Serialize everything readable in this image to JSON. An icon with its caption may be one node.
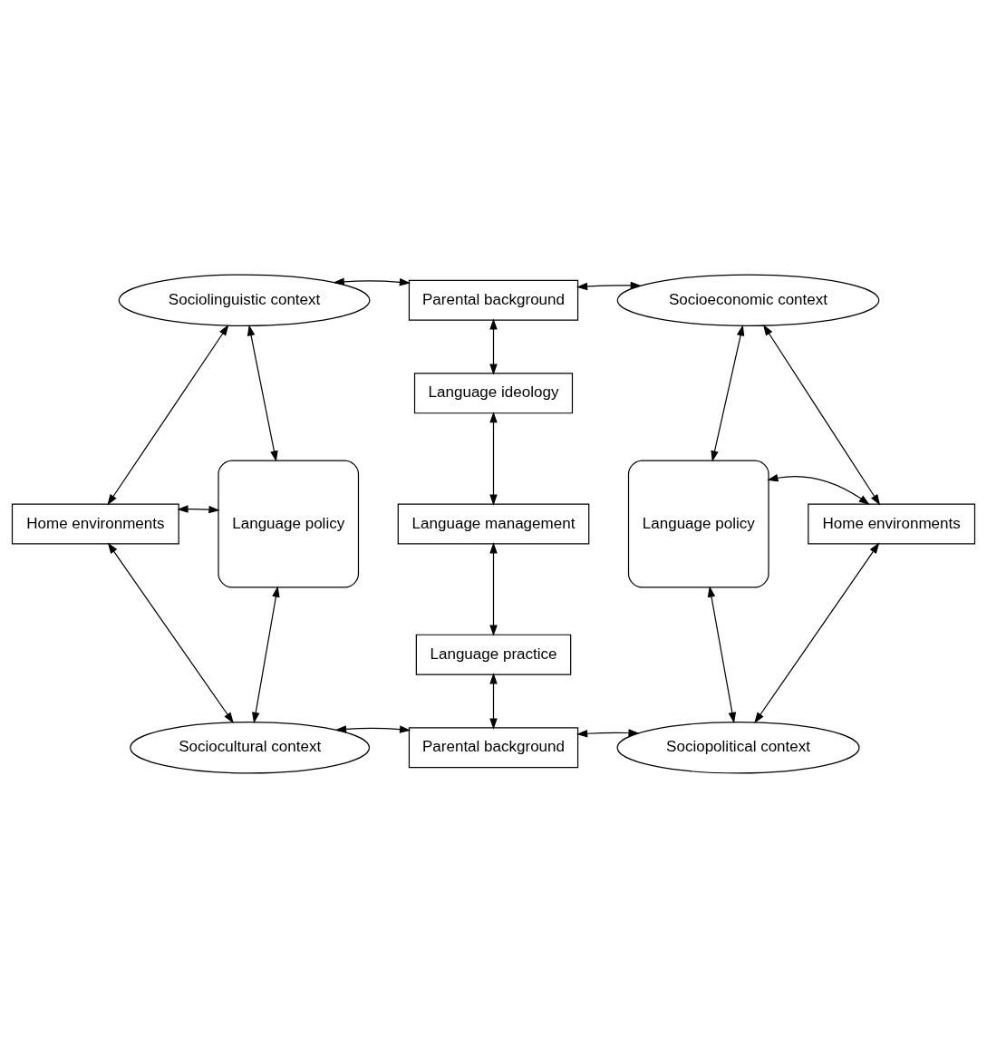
{
  "diagram": {
    "nodes": [
      {
        "text": [
          "Sociolinguistic context"
        ]
      },
      {
        "text": [
          "Parental background"
        ]
      },
      {
        "text": [
          "Socioeconomic context"
        ]
      },
      {
        "text": [
          "Language ideology"
        ]
      },
      {
        "text": [
          "Language policy"
        ]
      },
      {
        "text": [
          "Home environments"
        ]
      },
      {
        "text": [
          "Language management"
        ]
      },
      {
        "text": [
          "Language policy"
        ]
      },
      {
        "text": [
          "Home environments"
        ]
      },
      {
        "text": [
          "Language practice"
        ]
      },
      {
        "text": [
          "Parental background"
        ]
      },
      {
        "text": [
          "Sociocultural context"
        ]
      },
      {
        "text": [
          "Sociopolitical context"
        ]
      }
    ],
    "edges": [
      {
        "from": 0,
        "to": 1,
        "arrow": "both"
      },
      {
        "from": 1,
        "to": 2,
        "arrow": "both"
      },
      {
        "from": 0,
        "to": 5,
        "arrow": "both"
      },
      {
        "from": 0,
        "to": 4,
        "arrow": "both"
      },
      {
        "from": 2,
        "to": 7,
        "arrow": "both"
      },
      {
        "from": 2,
        "to": 8,
        "arrow": "both"
      },
      {
        "from": 1,
        "to": 3,
        "arrow": "both"
      },
      {
        "from": 3,
        "to": 6,
        "arrow": "both"
      },
      {
        "from": 5,
        "to": 4,
        "arrow": "both"
      },
      {
        "from": 7,
        "to": 8,
        "arrow": "both"
      },
      {
        "from": 6,
        "to": 9,
        "arrow": "both"
      },
      {
        "from": 5,
        "to": 11,
        "arrow": "both"
      },
      {
        "from": 4,
        "to": 11,
        "arrow": "both"
      },
      {
        "from": 8,
        "to": 12,
        "arrow": "both"
      },
      {
        "from": 7,
        "to": 12,
        "arrow": "both"
      },
      {
        "from": 9,
        "to": 10,
        "arrow": "both"
      },
      {
        "from": 11,
        "to": 10,
        "arrow": "both"
      },
      {
        "from": 10,
        "to": 12,
        "arrow": "both"
      }
    ]
  }
}
